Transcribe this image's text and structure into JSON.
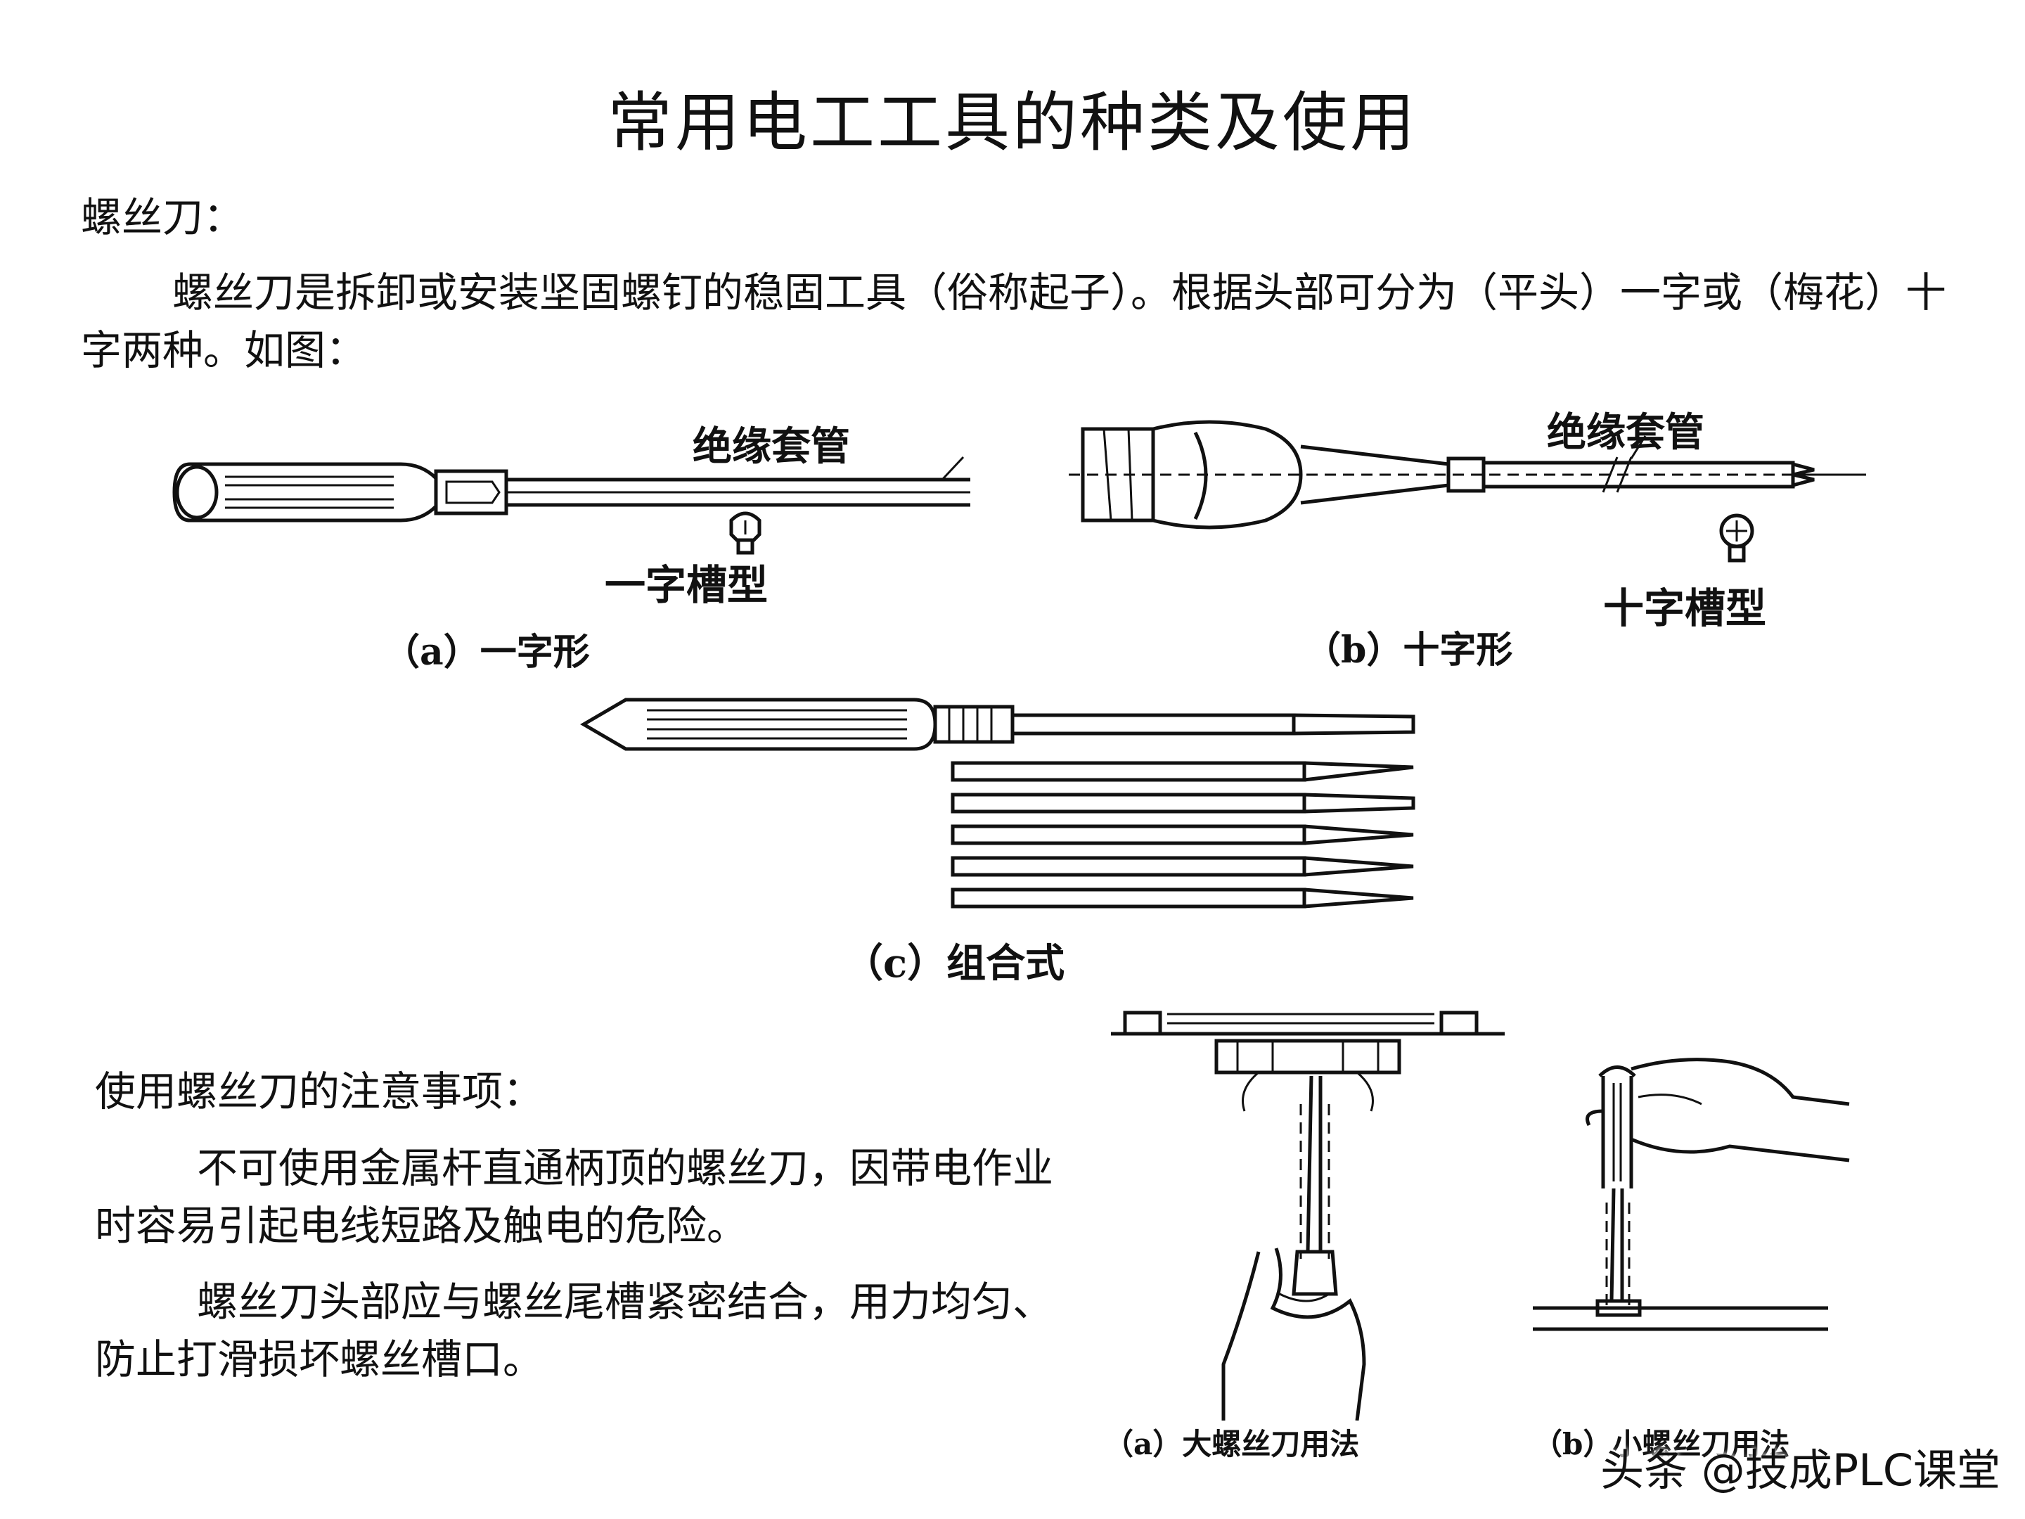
{
  "title": "常用电工工具的种类及使用",
  "section_heading": "螺丝刀：",
  "intro_paragraph": "螺丝刀是拆卸或安装坚固螺钉的稳固工具（俗称起子）。根据头部可分为（平头）一字或（梅花）十字两种。如图：",
  "figure_a": {
    "sleeve_label": "绝缘套管",
    "slot_label": "一字槽型",
    "caption": "（a）一字形"
  },
  "figure_b": {
    "sleeve_label": "绝缘套管",
    "slot_label": "十字槽型",
    "caption": "（b）十字形"
  },
  "figure_c": {
    "caption": "（c）组合式"
  },
  "notes": {
    "heading": "使用螺丝刀的注意事项：",
    "items": [
      "不可使用金属杆直通柄顶的螺丝刀，因带电作业时容易引起电线短路及触电的危险。",
      "螺丝刀头部应与螺丝尾槽紧密结合，用力均匀、防止打滑损坏螺丝槽口。"
    ]
  },
  "usage_figure": {
    "caption_a": "（a）大螺丝刀用法",
    "caption_b": "（b）小螺丝刀用法"
  },
  "watermark": "头条 @技成PLC课堂"
}
